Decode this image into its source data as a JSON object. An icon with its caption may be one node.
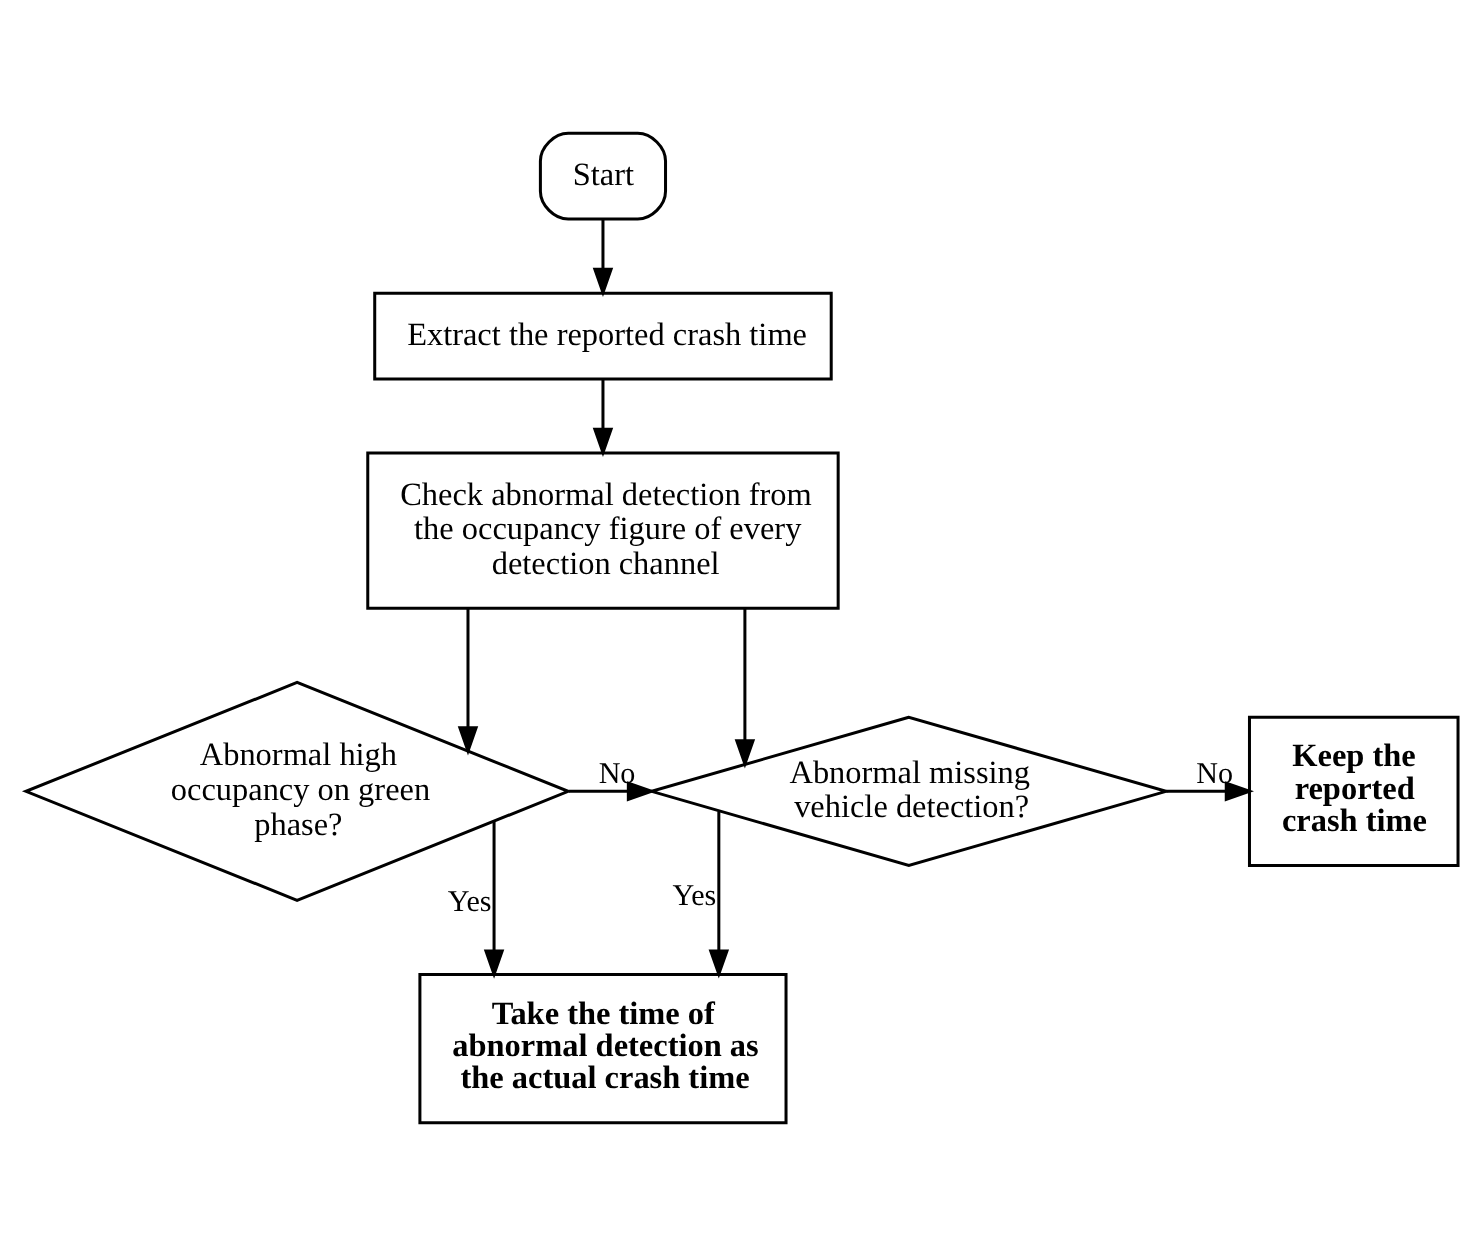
{
  "diagram": {
    "nodes": [
      {
        "text": [
          "Start"
        ]
      },
      {
        "text": [
          "Extract the reported crash time"
        ]
      },
      {
        "text": [
          "Check abnormal detection from the occupancy figure of every detection channel"
        ]
      },
      {
        "text": [
          "Abnormal high occupancy on green phase?"
        ]
      },
      {
        "text": [
          "Abnormal missing vehicle detection?"
        ]
      },
      {
        "text": [
          "Keep the reported crash time"
        ]
      },
      {
        "text": [
          "Take the time of abnormal detection as the actual crash time"
        ]
      }
    ],
    "edges": [
      {
        "from": 0,
        "to": 1,
        "arrow": "to"
      },
      {
        "from": 1,
        "to": 2,
        "arrow": "to"
      },
      {
        "from": 2,
        "to": 3,
        "arrow": "to"
      },
      {
        "from": 2,
        "to": 4,
        "arrow": "to"
      },
      {
        "from": 3,
        "to": 4,
        "arrow": "to",
        "label": "No"
      },
      {
        "from": 4,
        "to": 5,
        "arrow": "to",
        "label": "No"
      },
      {
        "from": 3,
        "to": 6,
        "arrow": "to",
        "label": "Yes"
      },
      {
        "from": 4,
        "to": 6,
        "arrow": "to",
        "label": "Yes"
      }
    ]
  }
}
